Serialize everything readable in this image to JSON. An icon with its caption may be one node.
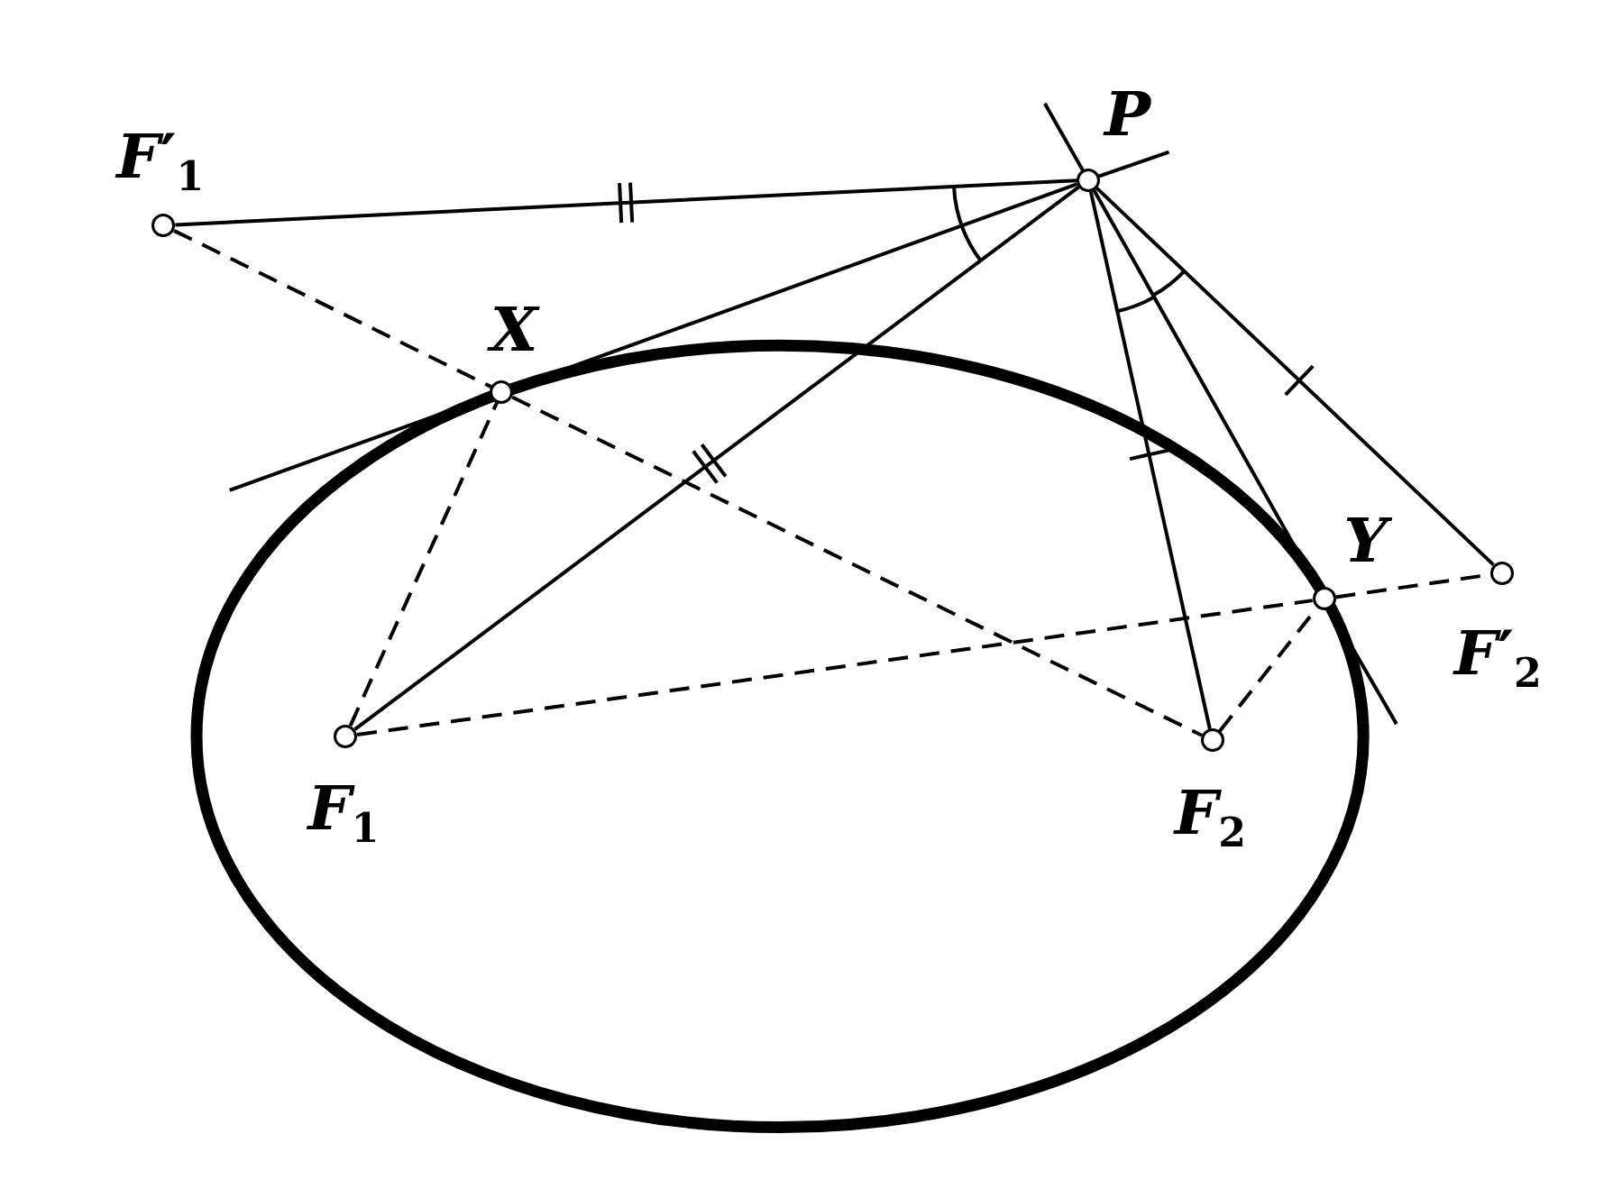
{
  "diagram": {
    "nodes": [
      {
        "text": [
          "*F*′$_{1}$"
        ]
      },
      {
        "text": [
          "*P*"
        ]
      },
      {
        "text": [
          "*X*"
        ]
      },
      {
        "text": [
          "*Y*"
        ]
      },
      {
        "text": [
          "*F*′$_{2}$"
        ]
      },
      {
        "text": [
          "*F*$_{1}$"
        ]
      },
      {
        "text": [
          "*F*$_{2}$"
        ]
      }
    ],
    "edges": [
      {
        "from": 0,
        "to": 1,
        "arrow": "none"
      },
      {
        "from": 0,
        "to": 2,
        "arrow": "none",
        "style": "dashed"
      },
      {
        "from": 2,
        "to": 6,
        "arrow": "none",
        "style": "dashed"
      },
      {
        "from": 5,
        "to": 2,
        "arrow": "none",
        "style": "dashed"
      },
      {
        "from": 5,
        "to": 1,
        "arrow": "none"
      },
      {
        "from": 5,
        "to": 3,
        "arrow": "none",
        "style": "dashed"
      },
      {
        "from": 3,
        "to": 4,
        "arrow": "none",
        "style": "dashed"
      },
      {
        "from": 6,
        "to": 3,
        "arrow": "none",
        "style": "dashed"
      },
      {
        "from": 1,
        "to": 6,
        "arrow": "none"
      },
      {
        "from": 1,
        "to": 3,
        "arrow": "none"
      },
      {
        "from": 1,
        "to": 4,
        "arrow": "none"
      },
      {
        "from": 2,
        "to": 1,
        "arrow": "none"
      }
    ]
  }
}
